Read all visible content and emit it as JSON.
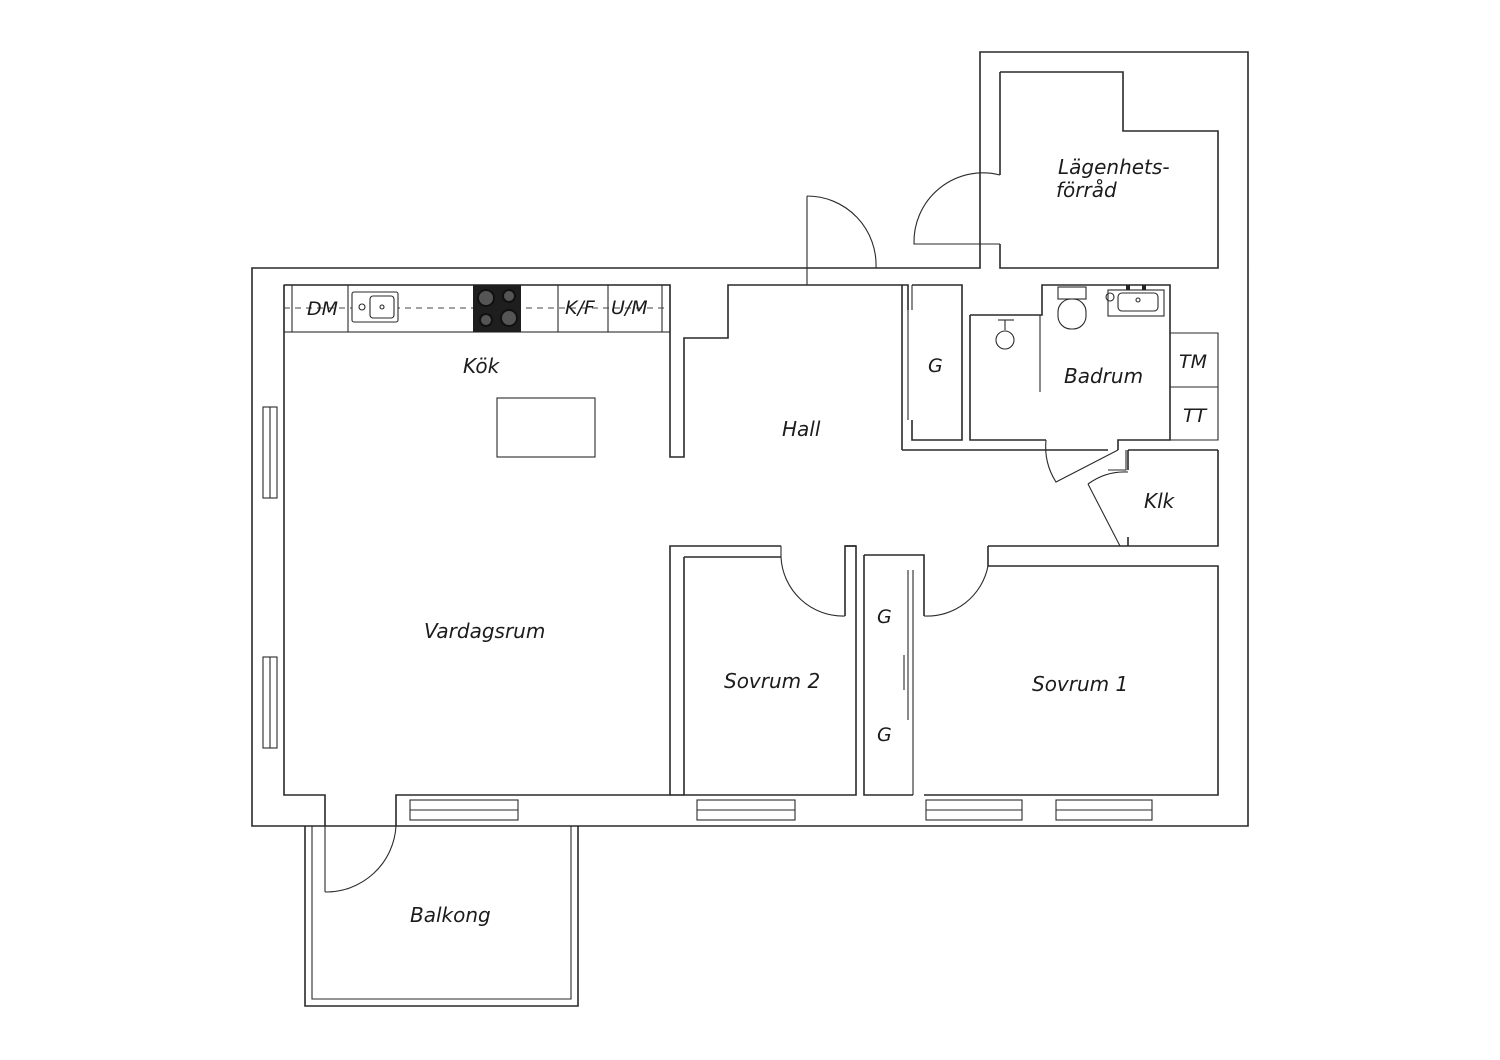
{
  "floorplan": {
    "rooms": {
      "kok": "Kök",
      "hall": "Hall",
      "vardagsrum": "Vardagsrum",
      "sovrum2": "Sovrum 2",
      "sovrum1": "Sovrum 1",
      "badrum": "Badrum",
      "klk": "Klk",
      "balkong": "Balkong",
      "forrad_line1": "Lägenhets-",
      "forrad_line2": "förråd"
    },
    "fixtures": {
      "dishwasher": "DM",
      "fridge_freezer": "K/F",
      "oven_microwave": "U/M",
      "washing_machine": "TM",
      "dryer": "TT",
      "wardrobe": "G"
    }
  }
}
